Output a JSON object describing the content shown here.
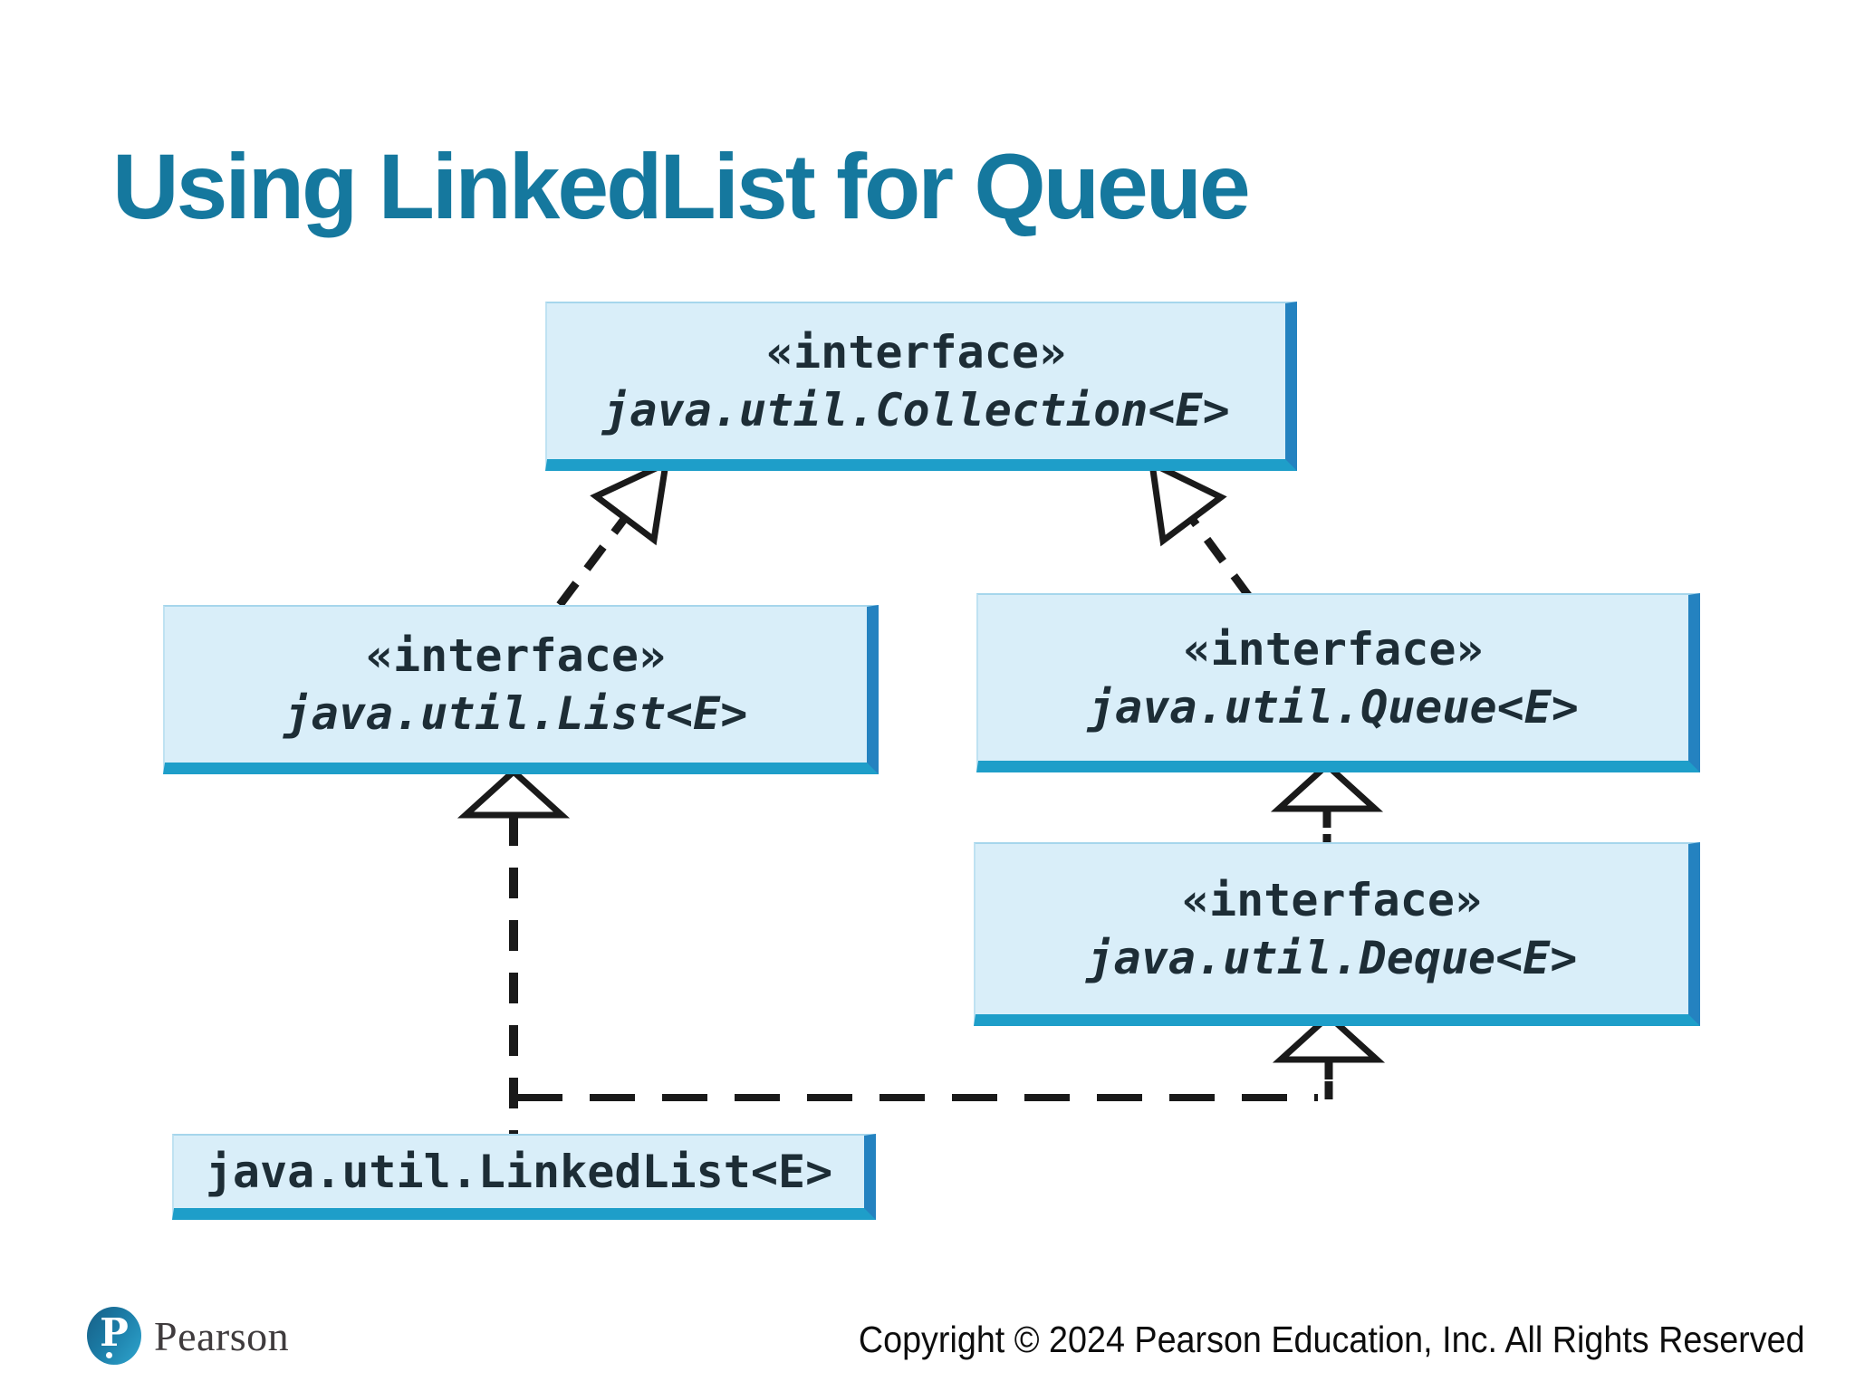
{
  "slide": {
    "title": "Using LinkedList for Queue",
    "footer": {
      "logo_letter": "P",
      "brand": "Pearson",
      "copyright": "Copyright © 2024 Pearson Education, Inc. All Rights Reserved"
    }
  },
  "diagram": {
    "nodes": [
      {
        "id": "collection",
        "stereotype": "«interface»",
        "name": "java.util.Collection<E>"
      },
      {
        "id": "list",
        "stereotype": "«interface»",
        "name": "java.util.List<E>"
      },
      {
        "id": "queue",
        "stereotype": "«interface»",
        "name": "java.util.Queue<E>"
      },
      {
        "id": "deque",
        "stereotype": "«interface»",
        "name": "java.util.Deque<E>"
      },
      {
        "id": "linkedlist",
        "name": "java.util.LinkedList<E>"
      }
    ],
    "edges": [
      {
        "from": "java.util.List<E>",
        "to": "java.util.Collection<E>",
        "relation": "extends",
        "style": "dashed, hollow triangle"
      },
      {
        "from": "java.util.Queue<E>",
        "to": "java.util.Collection<E>",
        "relation": "extends",
        "style": "dashed, hollow triangle"
      },
      {
        "from": "java.util.Deque<E>",
        "to": "java.util.Queue<E>",
        "relation": "extends",
        "style": "dashed, hollow triangle"
      },
      {
        "from": "java.util.LinkedList<E>",
        "to": "java.util.List<E>",
        "relation": "implements",
        "style": "dashed, hollow triangle"
      },
      {
        "from": "java.util.LinkedList<E>",
        "to": "java.util.Deque<E>",
        "relation": "implements",
        "style": "dashed, hollow triangle"
      }
    ]
  },
  "colors": {
    "title": "#15789E",
    "box_fill": "#D9EEF9",
    "box_shadow_right": "#2482C0",
    "box_shadow_bottom": "#1E9EC9",
    "line": "#1A1A1A",
    "logo_teal": "#1b7ba5"
  }
}
